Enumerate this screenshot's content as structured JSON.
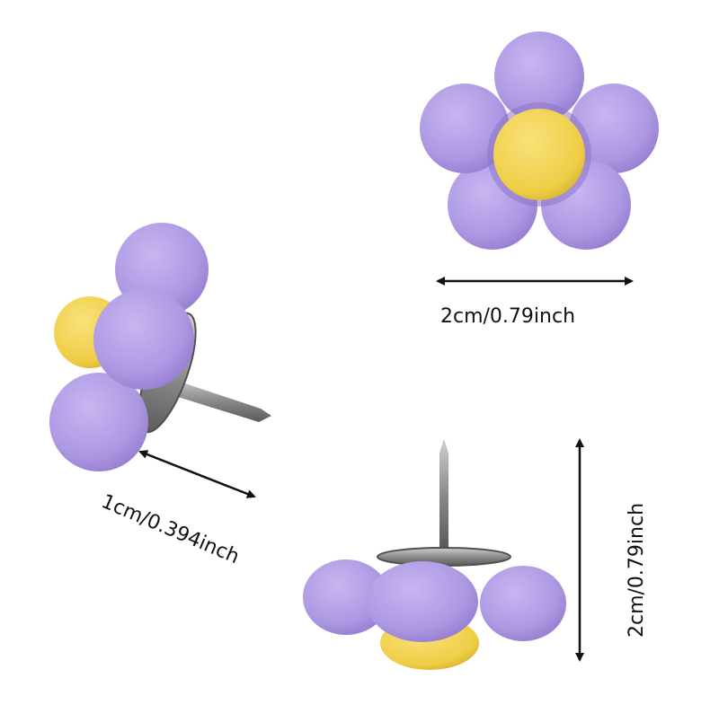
{
  "product": {
    "item": "flower push pin",
    "petal_color": "#b4a1e6",
    "petal_shade": "#8f78cc",
    "center_color": "#f2d34e",
    "metal_color": "#8a8a8a"
  },
  "dimensions": {
    "top_width_label": "2cm/0.79inch",
    "side_depth_label": "1cm/0.394inch",
    "bottom_height_label": "2cm/0.79inch"
  },
  "icons": [
    "double-arrow-icon"
  ]
}
